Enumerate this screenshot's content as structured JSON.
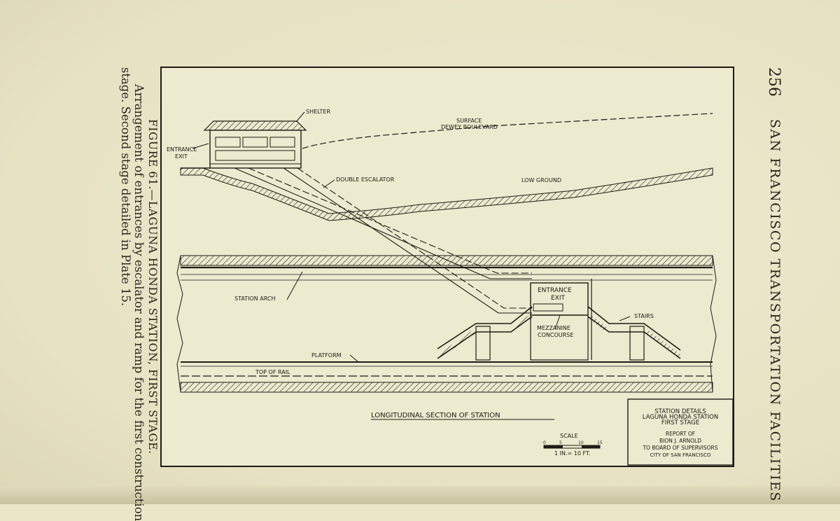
{
  "page": {
    "number": "256",
    "running_head": "SAN FRANCISCO TRANSPORTATION FACILITIES",
    "caption_line1": "FIGURE 61.—LAGUNA HONDA STATION, FIRST STAGE.",
    "caption_line2": "Arrangement of entrances by escalator and ramp for the first construction",
    "caption_line3": "stage.  Second stage detailed in Plate 15."
  },
  "drawing": {
    "labels": {
      "shelter": "SHELTER",
      "surface": "SURFACE",
      "dewey": "DEWEY BOULEVARD",
      "entrance_exit_top_1": "ENTRANCE",
      "entrance_exit_top_2": "EXIT",
      "double_escalator": "DOUBLE ESCALATOR",
      "low_ground": "LOW GROUND",
      "station_arch": "STATION ARCH",
      "entrance_exit_box_1": "ENTRANCE",
      "entrance_exit_box_2": "EXIT",
      "stairs": "STAIRS",
      "mezzanine_1": "MEZZANINE",
      "mezzanine_2": "CONCOURSE",
      "platform": "PLATFORM",
      "top_of_rail": "TOP OF RAIL",
      "section_title": "LONGITUDINAL SECTION OF STATION"
    },
    "scale": {
      "title": "SCALE",
      "ticks": [
        "0",
        "5",
        "10",
        "15"
      ],
      "note": "1 IN.= 10 FT."
    },
    "title_block": {
      "line1": "STATION DETAILS",
      "line2": "LAGUNA HONDA STATION",
      "line3": "FIRST STAGE",
      "line4": "REPORT OF",
      "line5": "BION J. ARNOLD",
      "line6": "TO BOARD OF SUPERVISORS",
      "line7": "CITY OF SAN FRANCISCO"
    }
  }
}
